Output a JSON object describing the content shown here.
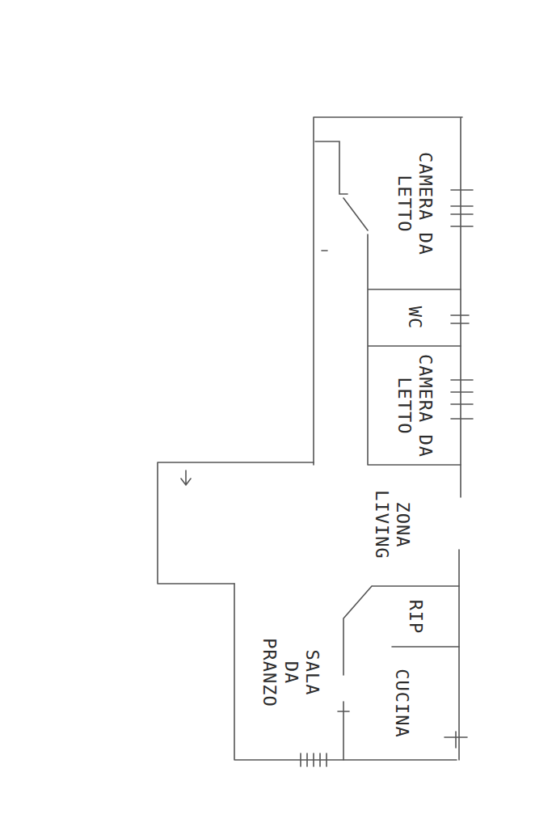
{
  "diagram": {
    "nodes": [
      {
        "text": [
          "CAMERA DA LETTO"
        ]
      },
      {
        "text": [
          "WC"
        ]
      },
      {
        "text": [
          "CAMERA DA LETTO"
        ]
      },
      {
        "text": [
          "ZONA LIVING"
        ]
      },
      {
        "text": [
          "RIP"
        ]
      },
      {
        "text": [
          "CUCINA"
        ]
      },
      {
        "text": [
          "SALA DA PRANZO"
        ]
      }
    ]
  }
}
